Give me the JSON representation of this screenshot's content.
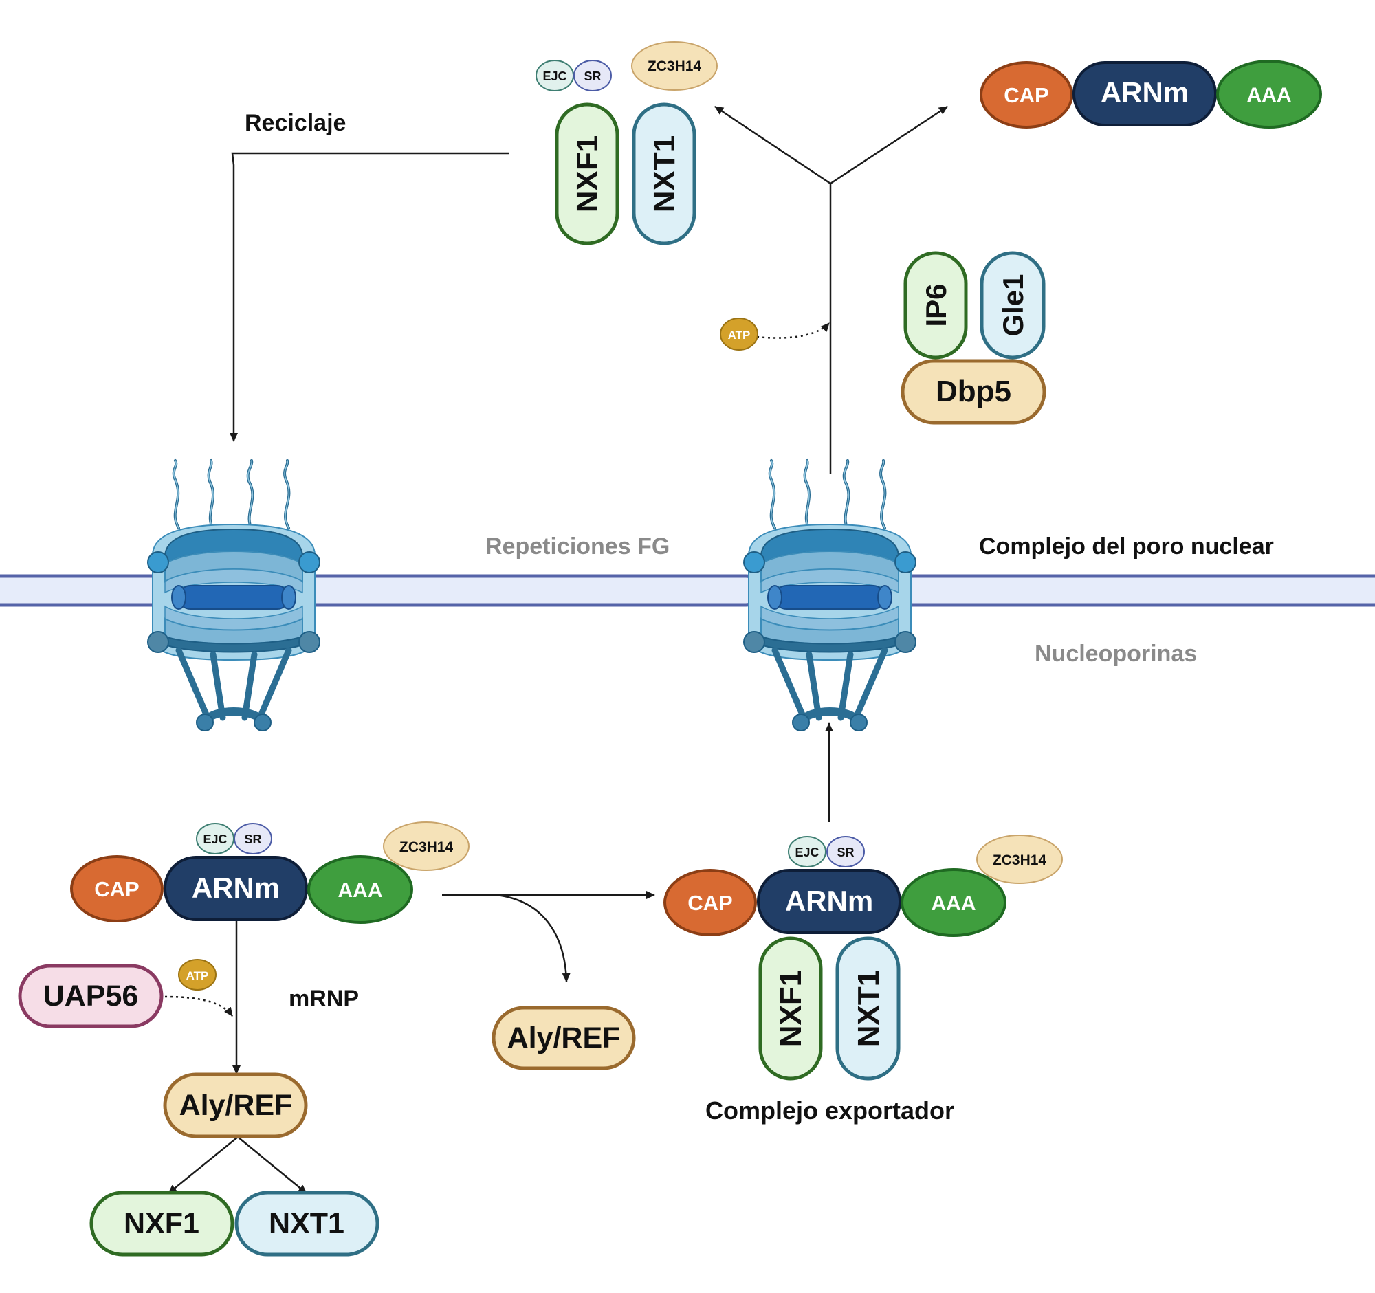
{
  "colors": {
    "cap": "#D86A32",
    "arnm": "#213E67",
    "aaa": "#3F9E3E",
    "nxf1_fill": "#E3F5DC",
    "nxf1_stroke": "#2F6B23",
    "nxt1_fill": "#DDF0F7",
    "nxt1_stroke": "#2F6F85",
    "tan_fill": "#F5E2B8",
    "tan_stroke": "#9A6A2E",
    "zc_fill": "#F5E2B8",
    "zc_stroke": "#C9A46A",
    "uap_fill": "#F6DDE7",
    "uap_stroke": "#8A3A62",
    "atp_fill": "#D4A12A",
    "atp_stroke": "#9B7313",
    "ejc_fill": "#E1F1ED",
    "ejc_stroke": "#3E7E72",
    "sr_fill": "#E6E8F7",
    "sr_stroke": "#4B5BA6",
    "membrane_fill": "#E6ECFA",
    "membrane_stroke": "#5563A8",
    "pore_dark": "#2B6E94",
    "pore_mid": "#3B8CB9",
    "pore_light": "#8EC4DE",
    "pore_core": "#2267B5",
    "arrow": "#1A1A1A",
    "grey_label": "#8A8A8A"
  },
  "labels": {
    "reciclaje": "Reciclaje",
    "repeticiones_fg": "Repeticiones FG",
    "complejo_poro": "Complejo del poro nuclear",
    "nucleoporinas": "Nucleoporinas",
    "mrnp": "mRNP",
    "complejo_exportador": "Complejo exportador"
  },
  "top_center": {
    "ejc": "EJC",
    "sr": "SR",
    "zc3h14": "ZC3H14",
    "nxf1": "NXF1",
    "nxt1": "NXT1"
  },
  "top_right_mrna": {
    "cap": "CAP",
    "arnm": "ARNm",
    "aaa": "AAA"
  },
  "release": {
    "atp": "ATP",
    "ip6": "IP6",
    "gle1": "Gle1",
    "dbp5": "Dbp5"
  },
  "bottom_left": {
    "ejc": "EJC",
    "sr": "SR",
    "zc3h14": "ZC3H14",
    "cap": "CAP",
    "arnm": "ARNm",
    "aaa": "AAA",
    "uap56": "UAP56",
    "atp": "ATP",
    "alyref": "Aly/REF",
    "nxf1": "NXF1",
    "nxt1": "NXT1"
  },
  "released_alyref": "Aly/REF",
  "export_complex": {
    "ejc": "EJC",
    "sr": "SR",
    "zc3h14": "ZC3H14",
    "cap": "CAP",
    "arnm": "ARNm",
    "aaa": "AAA",
    "nxf1": "NXF1",
    "nxt1": "NXT1"
  }
}
